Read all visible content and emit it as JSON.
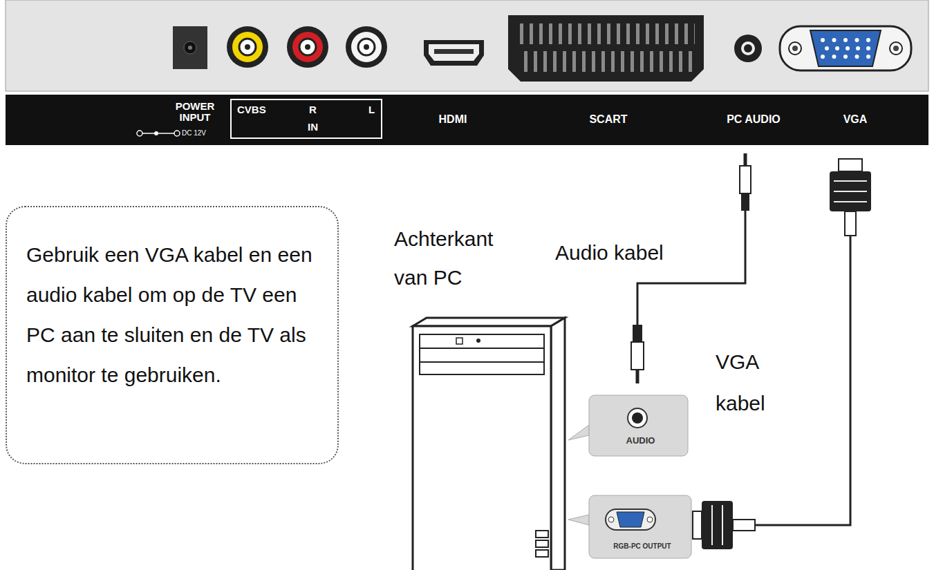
{
  "diagram": {
    "nodes": [
      {
        "text": [
          "CVBS",
          "R",
          "L",
          "IN"
        ]
      },
      {
        "text": [
          "Gebruik een VGA kabel en een audio kabel om op de TV een PC aan te sluiten en de TV als monitor te gebruiken."
        ]
      },
      {
        "text": [
          "AUDIO"
        ]
      },
      {
        "text": [
          "RGB-PC OUTPUT"
        ]
      }
    ],
    "labels": [
      "POWER INPUT",
      "DC 12V",
      "HDMI",
      "SCART",
      "PC AUDIO",
      "VGA",
      "Achterkant van PC",
      "Audio kabel",
      "VGA kabel"
    ]
  }
}
